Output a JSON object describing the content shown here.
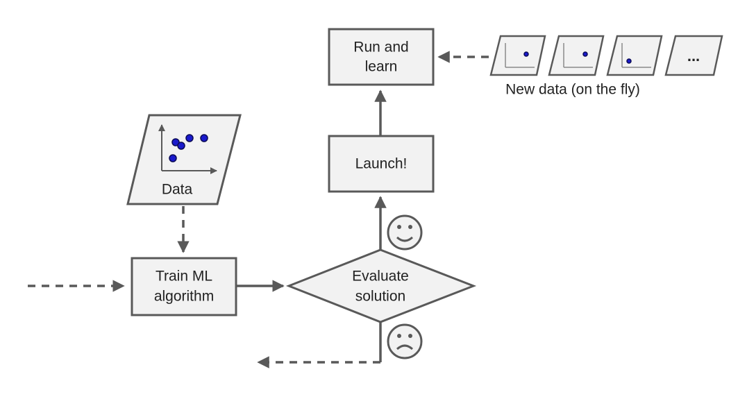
{
  "nodes": {
    "run_learn": {
      "line1": "Run and",
      "line2": "learn"
    },
    "launch": {
      "label": "Launch!"
    },
    "data": {
      "label": "Data"
    },
    "train": {
      "line1": "Train ML",
      "line2": "algorithm"
    },
    "evaluate": {
      "line1": "Evaluate",
      "line2": "solution"
    }
  },
  "new_data": {
    "caption": "New data (on the fly)",
    "more_label": "..."
  },
  "icons": {
    "happy": "happy-face-icon",
    "sad": "sad-face-icon"
  },
  "colors": {
    "box_fill": "#f2f2f2",
    "stroke": "#595959",
    "point": "#1a1acc"
  }
}
